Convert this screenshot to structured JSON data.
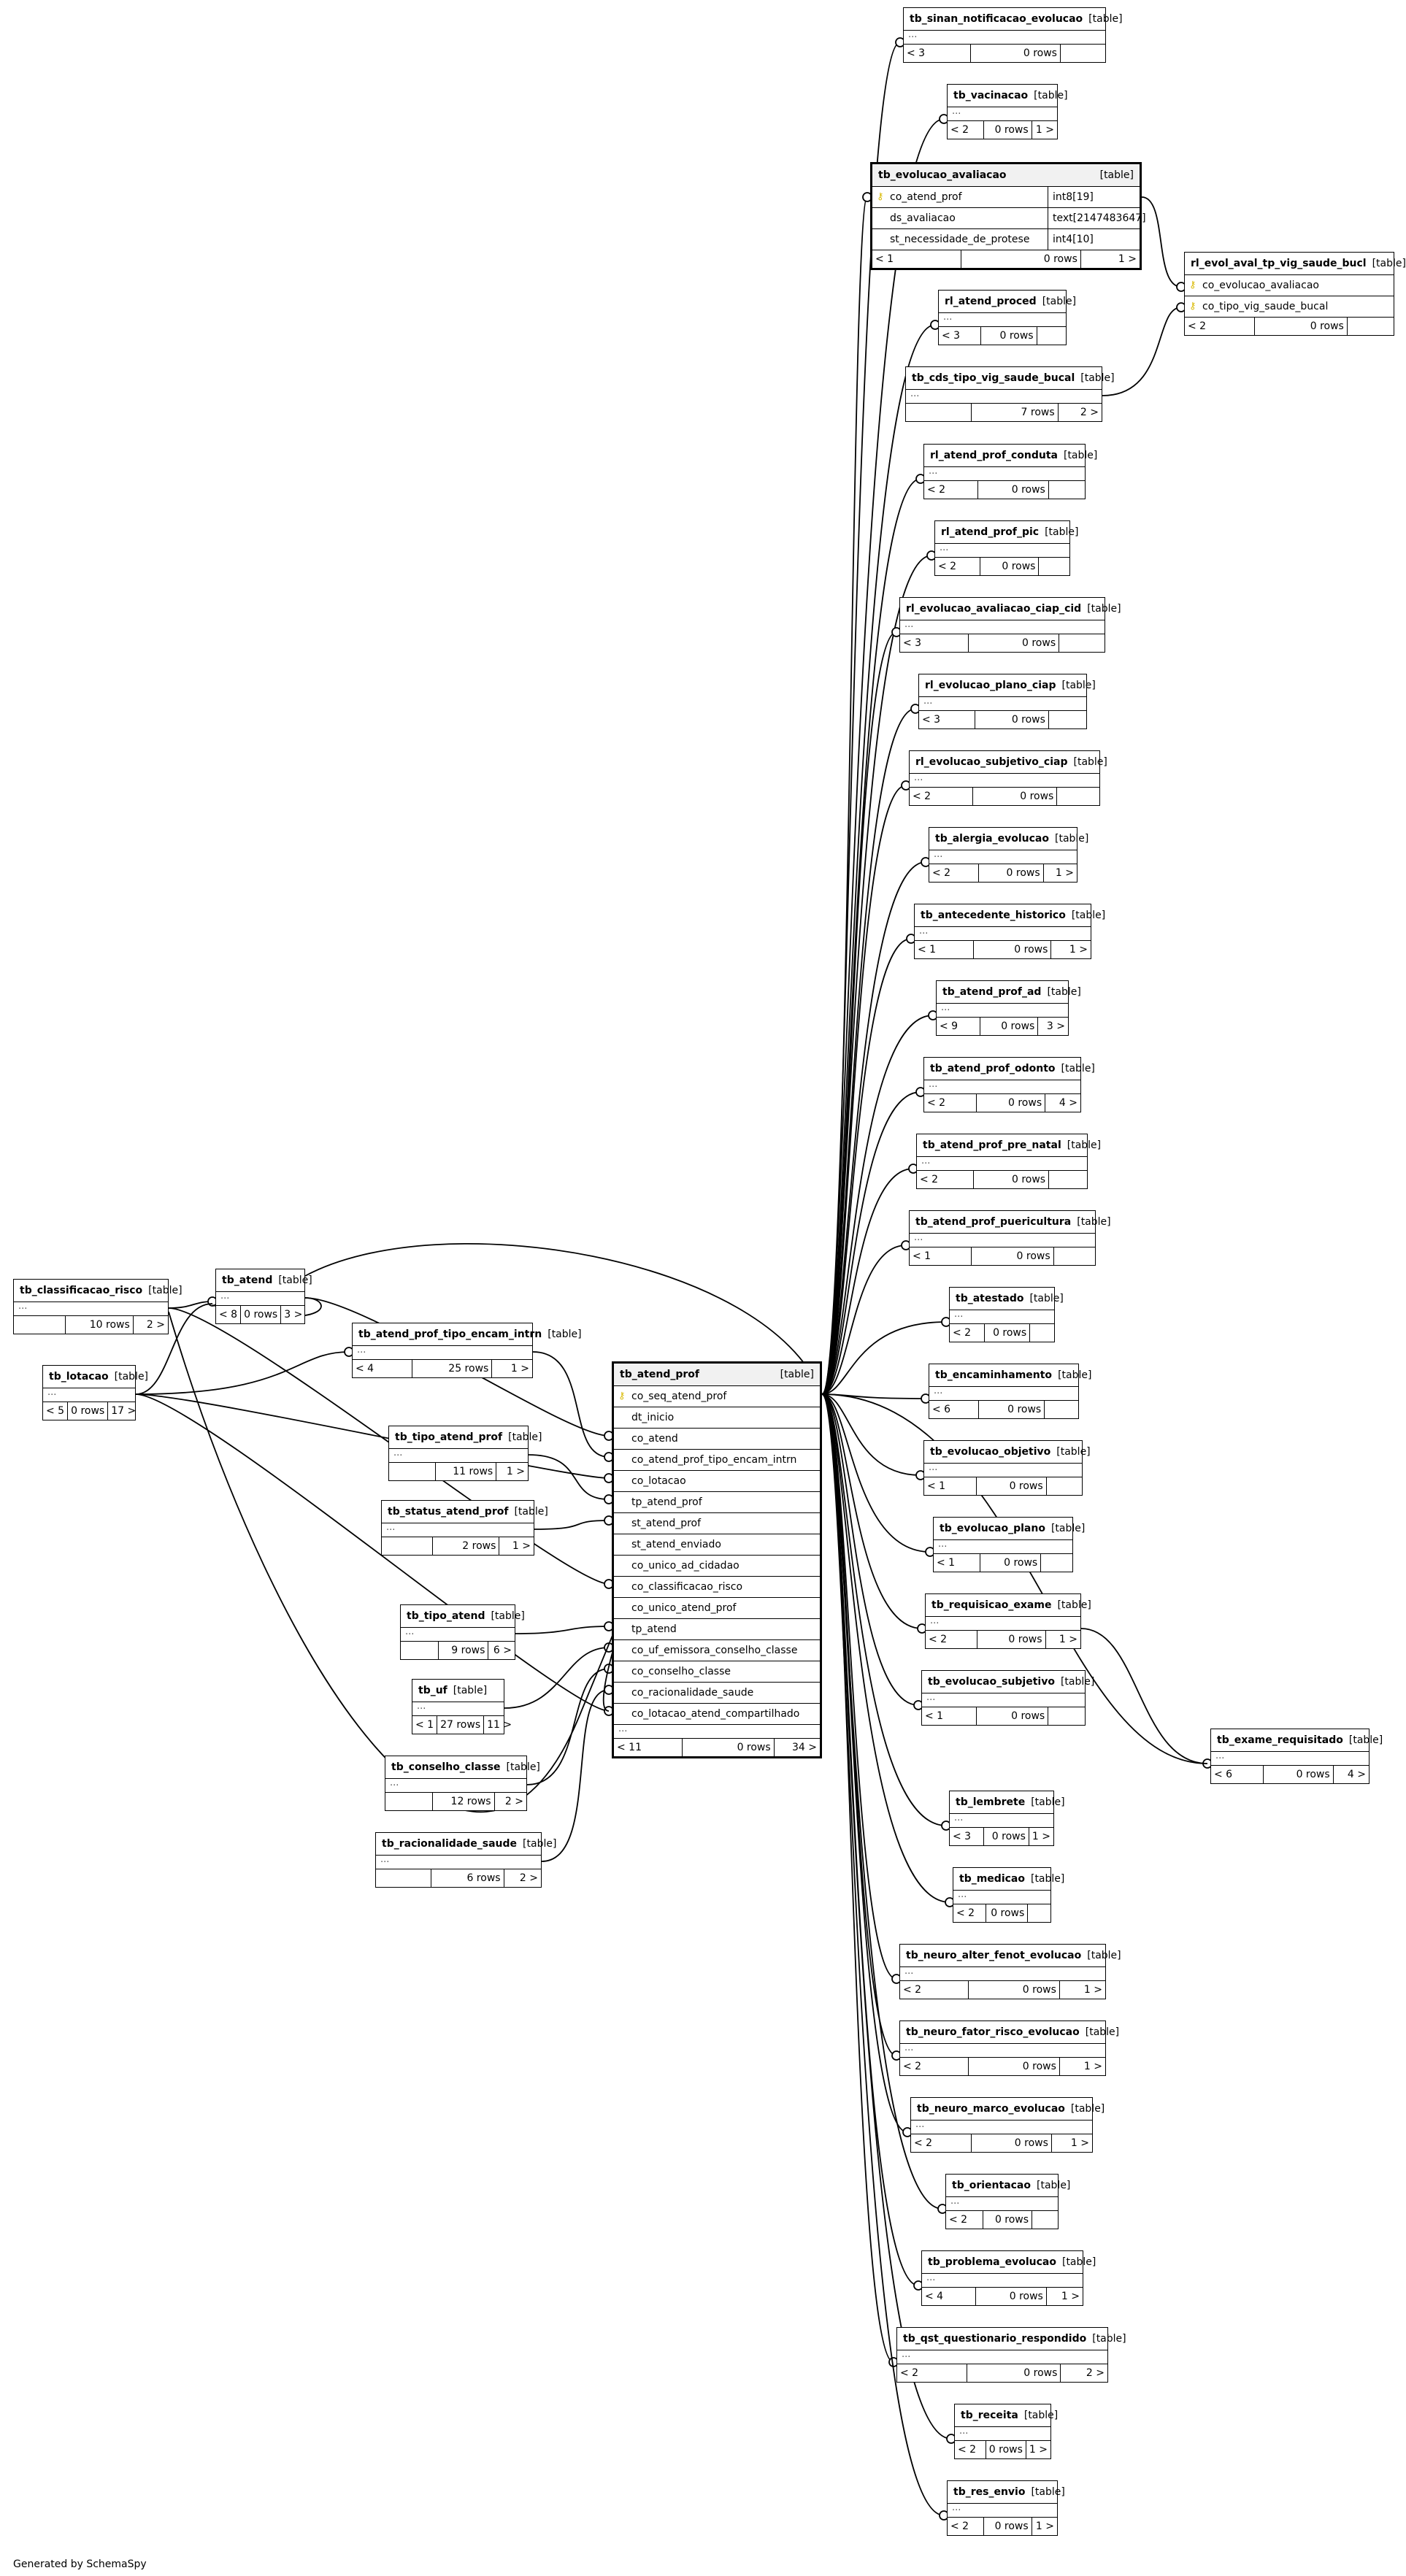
{
  "footer": "Generated by SchemaSpy",
  "table_label": "[table]",
  "focus_table": {
    "name": "tb_atend_prof",
    "type_label": "[table]",
    "columns": [
      "co_seq_atend_prof",
      "dt_inicio",
      "co_atend",
      "co_atend_prof_tipo_encam_intrn",
      "co_lotacao",
      "tp_atend_prof",
      "st_atend_prof",
      "st_atend_enviado",
      "co_unico_ad_cidadao",
      "co_classificacao_risco",
      "co_unico_atend_prof",
      "tp_atend",
      "co_uf_emissora_conselho_classe",
      "co_conselho_classe",
      "co_racionalidade_saude",
      "co_lotacao_atend_compartilhado"
    ],
    "key_column": "co_seq_atend_prof",
    "ellipsis": "...",
    "footer": [
      "< 11",
      "0 rows",
      "34 >"
    ]
  },
  "tables": [
    {
      "id": "t1",
      "name": "tb_sinan_notificacao_evolucao",
      "ellipsis": "...",
      "footer": [
        "< 3",
        "0 rows",
        ""
      ]
    },
    {
      "id": "t2",
      "name": "tb_vacinacao",
      "ellipsis": "...",
      "footer": [
        "< 2",
        "0 rows",
        "1 >"
      ]
    },
    {
      "id": "t4",
      "name": "rl_atend_proced",
      "ellipsis": "...",
      "footer": [
        "< 3",
        "0 rows",
        ""
      ]
    },
    {
      "id": "t5",
      "name": "tb_cds_tipo_vig_saude_bucal",
      "ellipsis": "...",
      "footer": [
        "",
        "7 rows",
        "2 >"
      ]
    },
    {
      "id": "t6",
      "name": "rl_atend_prof_conduta",
      "ellipsis": "...",
      "footer": [
        "< 2",
        "0 rows",
        ""
      ]
    },
    {
      "id": "t7",
      "name": "rl_atend_prof_pic",
      "ellipsis": "...",
      "footer": [
        "< 2",
        "0 rows",
        ""
      ]
    },
    {
      "id": "t8",
      "name": "rl_evolucao_avaliacao_ciap_cid",
      "ellipsis": "...",
      "footer": [
        "< 3",
        "0 rows",
        ""
      ]
    },
    {
      "id": "t9",
      "name": "rl_evolucao_plano_ciap",
      "ellipsis": "...",
      "footer": [
        "< 3",
        "0 rows",
        ""
      ]
    },
    {
      "id": "t10",
      "name": "rl_evolucao_subjetivo_ciap",
      "ellipsis": "...",
      "footer": [
        "< 2",
        "0 rows",
        ""
      ]
    },
    {
      "id": "t11",
      "name": "tb_alergia_evolucao",
      "ellipsis": "...",
      "footer": [
        "< 2",
        "0 rows",
        "1 >"
      ]
    },
    {
      "id": "t12",
      "name": "tb_antecedente_historico",
      "ellipsis": "...",
      "footer": [
        "< 1",
        "0 rows",
        "1 >"
      ]
    },
    {
      "id": "t13",
      "name": "tb_atend_prof_ad",
      "ellipsis": "...",
      "footer": [
        "< 9",
        "0 rows",
        "3 >"
      ]
    },
    {
      "id": "t14",
      "name": "tb_atend_prof_odonto",
      "ellipsis": "...",
      "footer": [
        "< 2",
        "0 rows",
        "4 >"
      ]
    },
    {
      "id": "t15",
      "name": "tb_atend_prof_pre_natal",
      "ellipsis": "...",
      "footer": [
        "< 2",
        "0 rows",
        ""
      ]
    },
    {
      "id": "t16",
      "name": "tb_atend_prof_puericultura",
      "ellipsis": "...",
      "footer": [
        "< 1",
        "0 rows",
        ""
      ]
    },
    {
      "id": "t17",
      "name": "tb_atestado",
      "ellipsis": "...",
      "footer": [
        "< 2",
        "0 rows",
        ""
      ]
    },
    {
      "id": "t18",
      "name": "tb_encaminhamento",
      "ellipsis": "...",
      "footer": [
        "< 6",
        "0 rows",
        ""
      ]
    },
    {
      "id": "t19",
      "name": "tb_evolucao_objetivo",
      "ellipsis": "...",
      "footer": [
        "< 1",
        "0 rows",
        ""
      ]
    },
    {
      "id": "t20",
      "name": "tb_evolucao_plano",
      "ellipsis": "...",
      "footer": [
        "< 1",
        "0 rows",
        ""
      ]
    },
    {
      "id": "t21",
      "name": "tb_requisicao_exame",
      "ellipsis": "...",
      "footer": [
        "< 2",
        "0 rows",
        "1 >"
      ]
    },
    {
      "id": "t22",
      "name": "tb_evolucao_subjetivo",
      "ellipsis": "...",
      "footer": [
        "< 1",
        "0 rows",
        ""
      ]
    },
    {
      "id": "t23",
      "name": "tb_lembrete",
      "ellipsis": "...",
      "footer": [
        "< 3",
        "0 rows",
        "1 >"
      ]
    },
    {
      "id": "t24",
      "name": "tb_medicao",
      "ellipsis": "...",
      "footer": [
        "< 2",
        "0 rows",
        ""
      ]
    },
    {
      "id": "t25",
      "name": "tb_neuro_alter_fenot_evolucao",
      "ellipsis": "...",
      "footer": [
        "< 2",
        "0 rows",
        "1 >"
      ]
    },
    {
      "id": "t26",
      "name": "tb_neuro_fator_risco_evolucao",
      "ellipsis": "...",
      "footer": [
        "< 2",
        "0 rows",
        "1 >"
      ]
    },
    {
      "id": "t27",
      "name": "tb_neuro_marco_evolucao",
      "ellipsis": "...",
      "footer": [
        "< 2",
        "0 rows",
        "1 >"
      ]
    },
    {
      "id": "t28",
      "name": "tb_orientacao",
      "ellipsis": "...",
      "footer": [
        "< 2",
        "0 rows",
        ""
      ]
    },
    {
      "id": "t29",
      "name": "tb_problema_evolucao",
      "ellipsis": "...",
      "footer": [
        "< 4",
        "0 rows",
        "1 >"
      ]
    },
    {
      "id": "t30",
      "name": "tb_qst_questionario_respondido",
      "ellipsis": "...",
      "footer": [
        "< 2",
        "0 rows",
        "2 >"
      ]
    },
    {
      "id": "t31",
      "name": "tb_receita",
      "ellipsis": "...",
      "footer": [
        "< 2",
        "0 rows",
        "1 >"
      ]
    },
    {
      "id": "t32",
      "name": "tb_res_envio",
      "ellipsis": "...",
      "footer": [
        "< 2",
        "0 rows",
        "1 >"
      ]
    },
    {
      "id": "t33",
      "name": "tb_exame_requisitado",
      "ellipsis": "...",
      "footer": [
        "< 6",
        "0 rows",
        "4 >"
      ]
    },
    {
      "id": "l1",
      "name": "tb_classificacao_risco",
      "ellipsis": "...",
      "footer": [
        "",
        "10 rows",
        "2 >"
      ]
    },
    {
      "id": "l2",
      "name": "tb_atend",
      "ellipsis": "...",
      "footer": [
        "< 8",
        "0 rows",
        "3 >"
      ]
    },
    {
      "id": "l3",
      "name": "tb_atend_prof_tipo_encam_intrn",
      "ellipsis": "...",
      "footer": [
        "< 4",
        "25 rows",
        "1 >"
      ]
    },
    {
      "id": "l4",
      "name": "tb_lotacao",
      "ellipsis": "...",
      "footer": [
        "< 5",
        "0 rows",
        "17 >"
      ]
    },
    {
      "id": "l5",
      "name": "tb_tipo_atend_prof",
      "ellipsis": "...",
      "footer": [
        "",
        "11 rows",
        "1 >"
      ]
    },
    {
      "id": "l6",
      "name": "tb_status_atend_prof",
      "ellipsis": "...",
      "footer": [
        "",
        "2 rows",
        "1 >"
      ]
    },
    {
      "id": "l7",
      "name": "tb_tipo_atend",
      "ellipsis": "...",
      "footer": [
        "",
        "9 rows",
        "6 >"
      ]
    },
    {
      "id": "l8",
      "name": "tb_uf",
      "ellipsis": "...",
      "footer": [
        "< 1",
        "27 rows",
        "11 >"
      ]
    },
    {
      "id": "l9",
      "name": "tb_conselho_classe",
      "ellipsis": "...",
      "footer": [
        "",
        "12 rows",
        "2 >"
      ]
    },
    {
      "id": "l10",
      "name": "tb_racionalidade_saude",
      "ellipsis": "...",
      "footer": [
        "",
        "6 rows",
        "2 >"
      ]
    }
  ],
  "detail_tables": [
    {
      "id": "t3",
      "name": "tb_evolucao_avaliacao",
      "columns": [
        {
          "name": "co_atend_prof",
          "type": "int8[19]",
          "key": true
        },
        {
          "name": "ds_avaliacao",
          "type": "text[2147483647]",
          "key": false
        },
        {
          "name": "st_necessidade_de_protese",
          "type": "int4[10]",
          "key": false
        }
      ],
      "footer": [
        "< 1",
        "0 rows",
        "1 >"
      ]
    },
    {
      "id": "t34",
      "name": "rl_evol_aval_tp_vig_saude_bucl",
      "columns": [
        {
          "name": "co_evolucao_avaliacao",
          "type": "",
          "key": true
        },
        {
          "name": "co_tipo_vig_saude_bucal",
          "type": "",
          "key": true
        }
      ],
      "footer": [
        "< 2",
        "0 rows",
        ""
      ]
    }
  ],
  "key_icon": "key-icon"
}
